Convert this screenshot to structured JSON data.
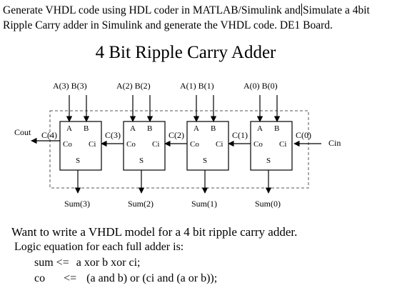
{
  "question": {
    "line1_part1": "Generate VHDL code using HDL coder in MATLAB/Simulink and",
    "line1_part2": "Simulate a 4bit",
    "line2": "Ripple Carry adder in Simulink and generate the VHDL code. DE1 Board."
  },
  "diagram": {
    "title": "4 Bit Ripple Carry Adder",
    "cout_label": "Cout",
    "cin_label": "Cin",
    "adders": [
      {
        "input_label": "A(3)  B(3)",
        "port_a": "A",
        "port_b": "B",
        "port_co": "Co",
        "port_ci": "Ci",
        "port_s": "S",
        "carry_out_label": "C(4)",
        "sum_label": "Sum(3)"
      },
      {
        "input_label": "A(2)  B(2)",
        "port_a": "A",
        "port_b": "B",
        "port_co": "Co",
        "port_ci": "Ci",
        "port_s": "S",
        "carry_out_label": "C(3)",
        "sum_label": "Sum(2)"
      },
      {
        "input_label": "A(1)  B(1)",
        "port_a": "A",
        "port_b": "B",
        "port_co": "Co",
        "port_ci": "Ci",
        "port_s": "S",
        "carry_out_label": "C(2)",
        "sum_label": "Sum(1)"
      },
      {
        "input_label": "A(0)  B(0)",
        "port_a": "A",
        "port_b": "B",
        "port_co": "Co",
        "port_ci": "Ci",
        "port_s": "S",
        "carry_out_label": "C(1)",
        "sum_label": "Sum(0)"
      }
    ],
    "cin_carry_label": "C(0)"
  },
  "requirement": {
    "line1": "Want to write a VHDL model for a 4 bit ripple carry adder.",
    "line2": "Logic equation for each full adder is:",
    "eq1_lhs": "sum <=",
    "eq1_rhs": "a xor b xor ci;",
    "eq2_lhs": "co",
    "eq2_op": "<=",
    "eq2_rhs": "(a and b) or (ci and (a or b));"
  }
}
